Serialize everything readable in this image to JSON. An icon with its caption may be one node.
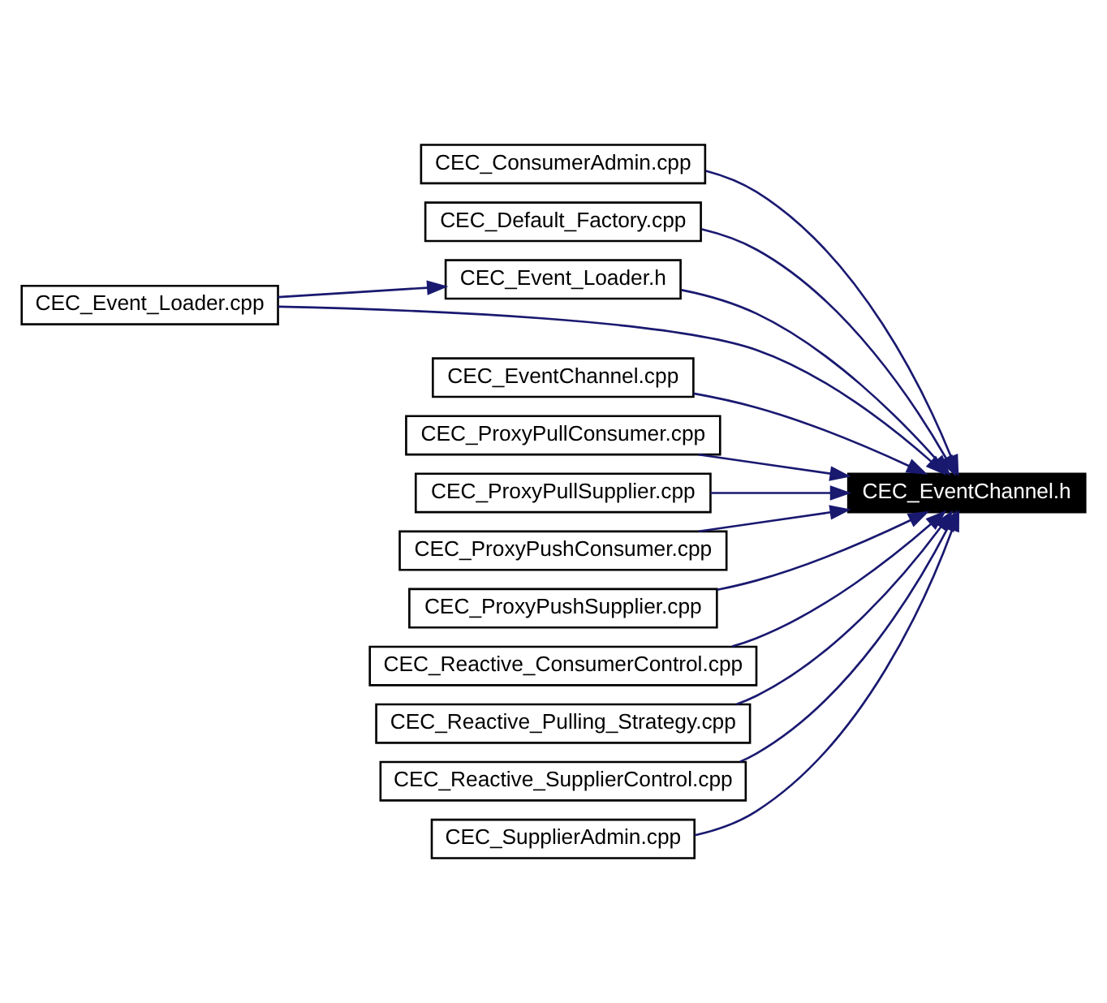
{
  "diagram": {
    "nodes": [
      {
        "text": [
          "CEC_ConsumerAdmin.cpp"
        ]
      },
      {
        "text": [
          "CEC_Default_Factory.cpp"
        ]
      },
      {
        "text": [
          "CEC_Event_Loader.cpp"
        ]
      },
      {
        "text": [
          "CEC_Event_Loader.h"
        ]
      },
      {
        "text": [
          "CEC_EventChannel.cpp"
        ]
      },
      {
        "text": [
          "CEC_ProxyPullConsumer.cpp"
        ]
      },
      {
        "text": [
          "CEC_ProxyPullSupplier.cpp"
        ]
      },
      {
        "text": [
          "CEC_ProxyPushConsumer.cpp"
        ]
      },
      {
        "text": [
          "CEC_ProxyPushSupplier.cpp"
        ]
      },
      {
        "text": [
          "CEC_Reactive_ConsumerControl.cpp"
        ]
      },
      {
        "text": [
          "CEC_Reactive_Pulling_Strategy.cpp"
        ]
      },
      {
        "text": [
          "CEC_Reactive_SupplierControl.cpp"
        ]
      },
      {
        "text": [
          "CEC_SupplierAdmin.cpp"
        ]
      },
      {
        "text": [
          "CEC_EventChannel.h"
        ]
      }
    ],
    "edges": [
      {
        "from": 0,
        "to": 13,
        "arrow": "to"
      },
      {
        "from": 1,
        "to": 13,
        "arrow": "to"
      },
      {
        "from": 2,
        "to": 13,
        "arrow": "to"
      },
      {
        "from": 2,
        "to": 3,
        "arrow": "to"
      },
      {
        "from": 3,
        "to": 13,
        "arrow": "to"
      },
      {
        "from": 4,
        "to": 13,
        "arrow": "to"
      },
      {
        "from": 5,
        "to": 13,
        "arrow": "to"
      },
      {
        "from": 6,
        "to": 13,
        "arrow": "to"
      },
      {
        "from": 7,
        "to": 13,
        "arrow": "to"
      },
      {
        "from": 8,
        "to": 13,
        "arrow": "to"
      },
      {
        "from": 9,
        "to": 13,
        "arrow": "to"
      },
      {
        "from": 10,
        "to": 13,
        "arrow": "to"
      },
      {
        "from": 11,
        "to": 13,
        "arrow": "to"
      },
      {
        "from": 12,
        "to": 13,
        "arrow": "to"
      }
    ]
  }
}
